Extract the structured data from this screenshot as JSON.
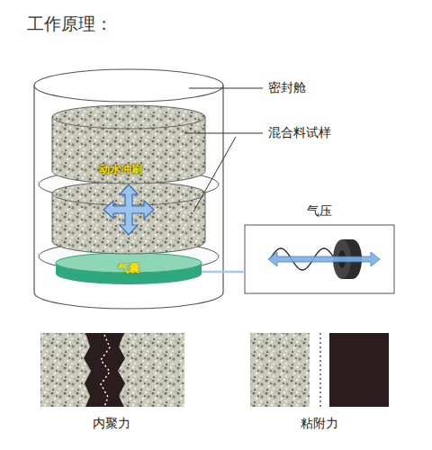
{
  "diagram": {
    "title": "工作原理：",
    "nodes": [
      {
        "text": [
          "气囊"
        ]
      },
      {
        "text": [
          "气压"
        ]
      }
    ],
    "edges": [
      {
        "from": 0,
        "to": 1,
        "arrow": "none"
      }
    ],
    "labels": [
      "密封舱",
      "混合料试样",
      "动水冲刷",
      "内聚力",
      "粘附力"
    ]
  }
}
